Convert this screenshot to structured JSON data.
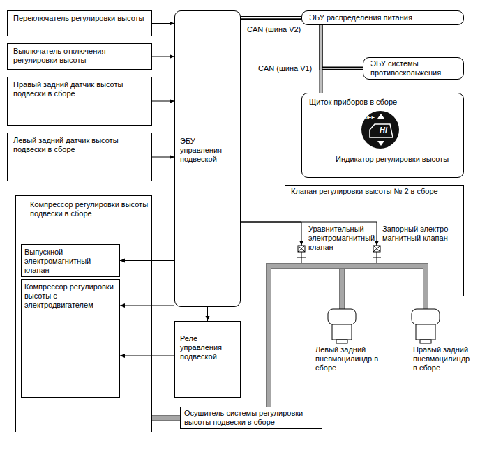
{
  "diagram": {
    "nodes": [
      {
        "text": [
          "Переключатель регулировки высоты"
        ]
      },
      {
        "text": [
          "Выключатель отключения регулировки высоты"
        ]
      },
      {
        "text": [
          "Правый задний датчик высоты подвески в сборе"
        ]
      },
      {
        "text": [
          "Левый задний датчик высоты подвески в сборе"
        ]
      },
      {
        "text": [
          "ЭБУ управления подвеской"
        ]
      },
      {
        "text": [
          "ЭБУ распределения питания"
        ]
      },
      {
        "text": [
          "ЭБУ системы противоскольжения"
        ]
      },
      {
        "text": [
          "Щиток приборов в сборе",
          "Индикатор регулировки высоты"
        ]
      },
      {
        "text": [
          "Компрессор регулировки высоты подвески в сборе"
        ]
      },
      {
        "text": [
          "Выпускной электромагнитный клапан"
        ],
        "in": 8
      },
      {
        "text": [
          "Компрессор регулировки высоты с электродвигателем"
        ],
        "in": 8
      },
      {
        "text": [
          "Реле управления подвеской"
        ]
      },
      {
        "text": [
          "Клапан регулировки высоты № 2 в сборе"
        ]
      },
      {
        "text": [
          "Уравнительный электромагнитный клапан"
        ],
        "in": 12
      },
      {
        "text": [
          "Запорный электро- магнитный клапан"
        ],
        "in": 12
      },
      {
        "text": [
          "Левый задний пневмоцилиндр в сборе"
        ]
      },
      {
        "text": [
          "Правый задний пневмоцилиндр в сборе"
        ]
      },
      {
        "text": [
          "Осушитель системы регулировки высоты подвески в сборе"
        ]
      }
    ],
    "edges": [
      {
        "from": 0,
        "to": 4,
        "arrow": "to"
      },
      {
        "from": 1,
        "to": 4,
        "arrow": "to"
      },
      {
        "from": 2,
        "to": 4,
        "arrow": "to"
      },
      {
        "from": 3,
        "to": 4,
        "arrow": "to"
      },
      {
        "from": 4,
        "to": 5,
        "arrow": "none",
        "label": "CAN (шина V2)"
      },
      {
        "from": 5,
        "to": 6,
        "arrow": "none"
      },
      {
        "from": 5,
        "to": 7,
        "arrow": "none",
        "label": "CAN (шина V1)"
      },
      {
        "from": 4,
        "to": 9,
        "arrow": "to"
      },
      {
        "from": 4,
        "to": 10,
        "arrow": "to"
      },
      {
        "from": 4,
        "to": 11,
        "arrow": "to"
      },
      {
        "from": 11,
        "to": 10,
        "arrow": "to"
      },
      {
        "from": 4,
        "to": 13,
        "arrow": "to"
      },
      {
        "from": 4,
        "to": 14,
        "arrow": "to"
      },
      {
        "from": 17,
        "to": 8,
        "arrow": "none"
      },
      {
        "from": 17,
        "to": 13,
        "arrow": "none"
      },
      {
        "from": 13,
        "to": 15,
        "arrow": "none"
      },
      {
        "from": 13,
        "to": 14,
        "arrow": "none"
      },
      {
        "from": 14,
        "to": 16,
        "arrow": "none"
      }
    ],
    "labels": [
      "OFF",
      "Hi"
    ]
  }
}
